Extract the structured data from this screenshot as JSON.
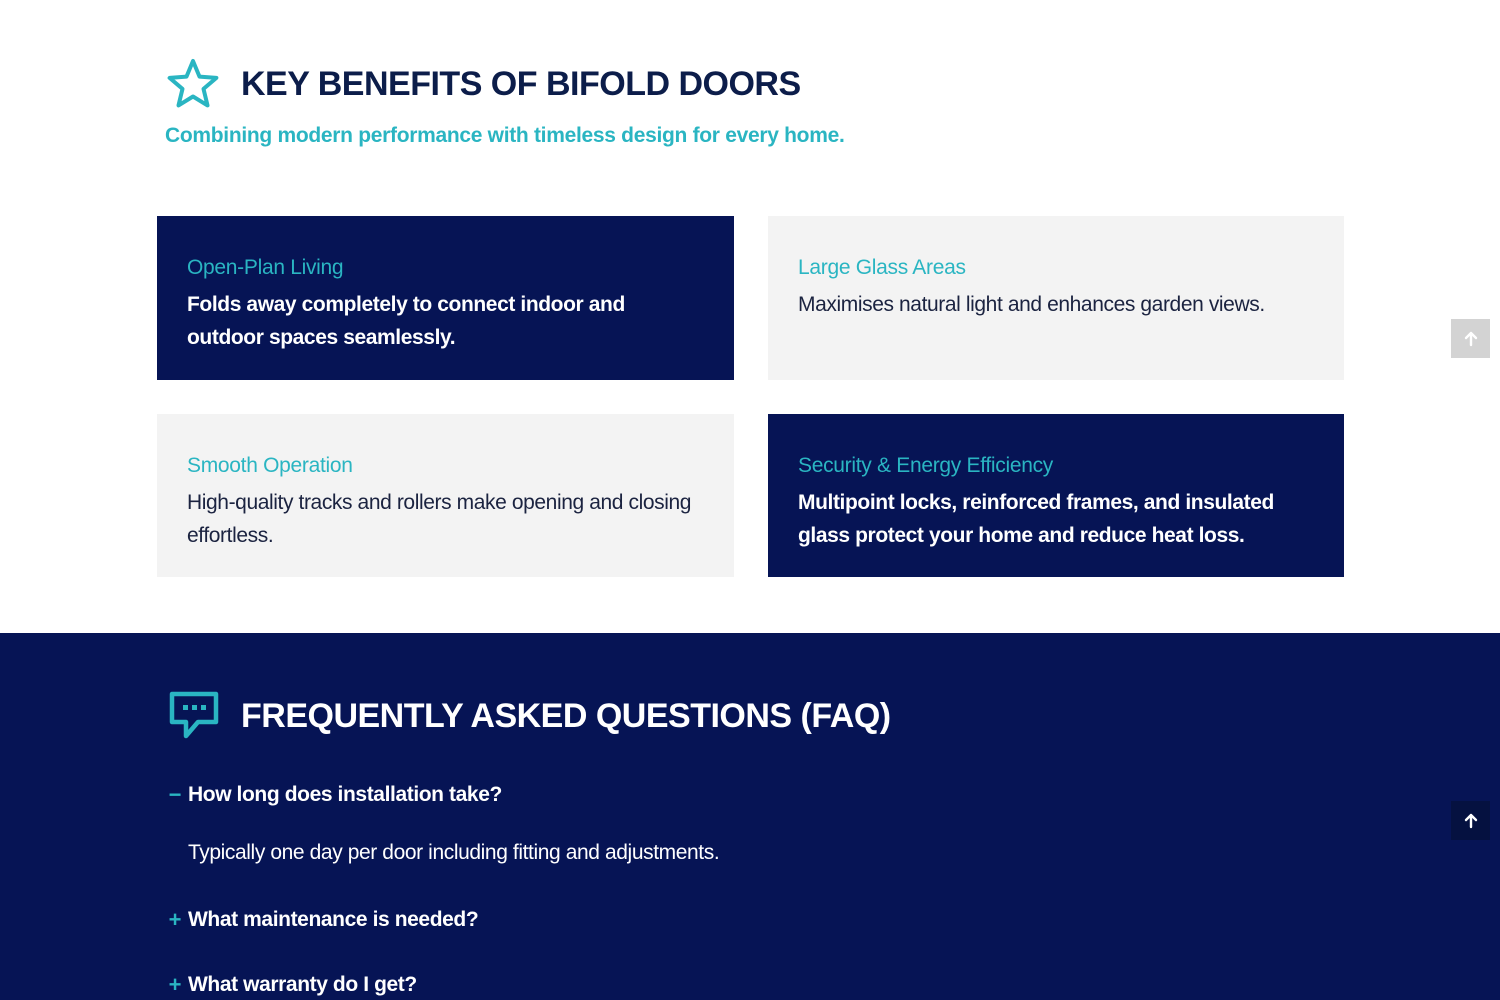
{
  "benefits": {
    "title": "KEY BENEFITS OF BIFOLD DOORS",
    "subtitle": "Combining modern performance with timeless design for every home.",
    "icon": "star-icon",
    "cards": [
      {
        "title": "Open-Plan Living",
        "text": "Folds away completely to connect indoor and outdoor spaces seamlessly.",
        "theme": "dark"
      },
      {
        "title": "Large Glass Areas",
        "text": "Maximises natural light and enhances garden views.",
        "theme": "light"
      },
      {
        "title": "Smooth Operation",
        "text": "High-quality tracks and rollers make opening and closing effortless.",
        "theme": "light"
      },
      {
        "title": "Security & Energy Efficiency",
        "text": "Multipoint locks, reinforced frames, and insulated glass protect your home and reduce heat loss.",
        "theme": "dark"
      }
    ]
  },
  "faq": {
    "title": "FREQUENTLY ASKED QUESTIONS (FAQ)",
    "icon": "chat-icon",
    "items": [
      {
        "question": "How long does installation take?",
        "toggle": "−",
        "expanded": true,
        "answer": "Typically one day per door including fitting and adjustments."
      },
      {
        "question": "What maintenance is needed?",
        "toggle": "+",
        "expanded": false
      },
      {
        "question": "What warranty do I get?",
        "toggle": "+",
        "expanded": false
      }
    ]
  },
  "colors": {
    "navy": "#061455",
    "teal": "#2ab5c2",
    "heading": "#0c1d4a",
    "card_light": "#f3f3f3",
    "scroll_light": "#d3d3d3",
    "scroll_dark": "#051140"
  },
  "scroll_top": {
    "icon": "arrow-up-icon"
  }
}
